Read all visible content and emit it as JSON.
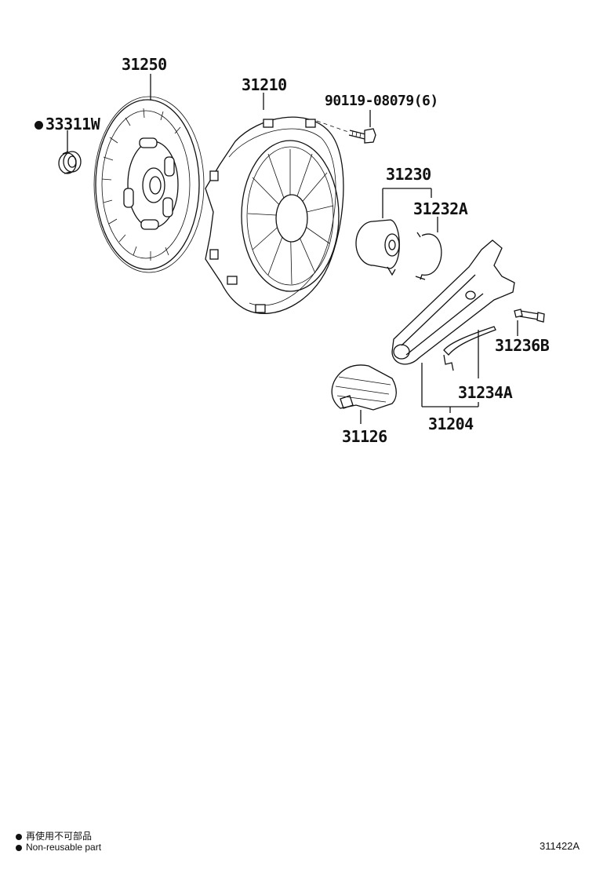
{
  "parts": {
    "p31250": "31250",
    "p33311w": "33311W",
    "p31210": "31210",
    "p90119": "90119-08079(6)",
    "p31230": "31230",
    "p31232a": "31232A",
    "p31236b": "31236B",
    "p31234a": "31234A",
    "p31126": "31126",
    "p31204": "31204"
  },
  "legend": {
    "japanese": "再使用不可部品",
    "english": "Non-reusable part"
  },
  "illustration_code": "311422A"
}
